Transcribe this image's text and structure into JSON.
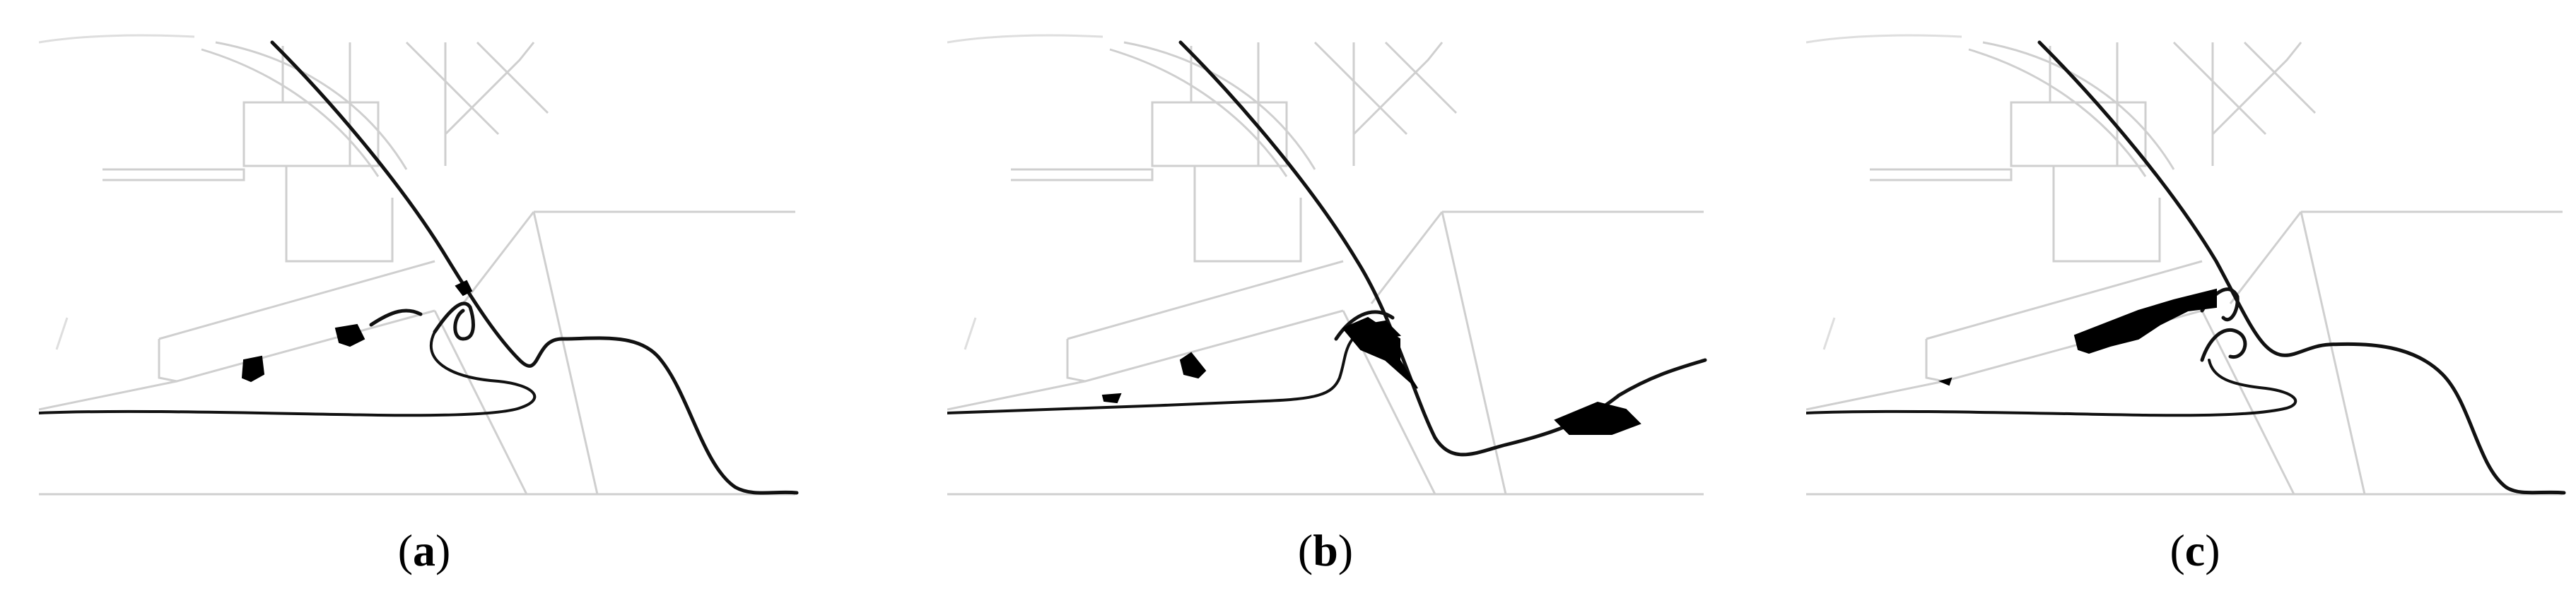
{
  "panels": [
    {
      "id": "a",
      "caption_open": "(",
      "caption_letter": "a",
      "caption_close": ")"
    },
    {
      "id": "b",
      "caption_open": "(",
      "caption_letter": "b",
      "caption_close": ")"
    },
    {
      "id": "c",
      "caption_open": "(",
      "caption_letter": "c",
      "caption_close": ")"
    }
  ],
  "colors": {
    "mesh_lines": "#cfcfcf",
    "interface_line": "#111111",
    "fluid_blobs": "#000000",
    "background": "#ffffff"
  }
}
